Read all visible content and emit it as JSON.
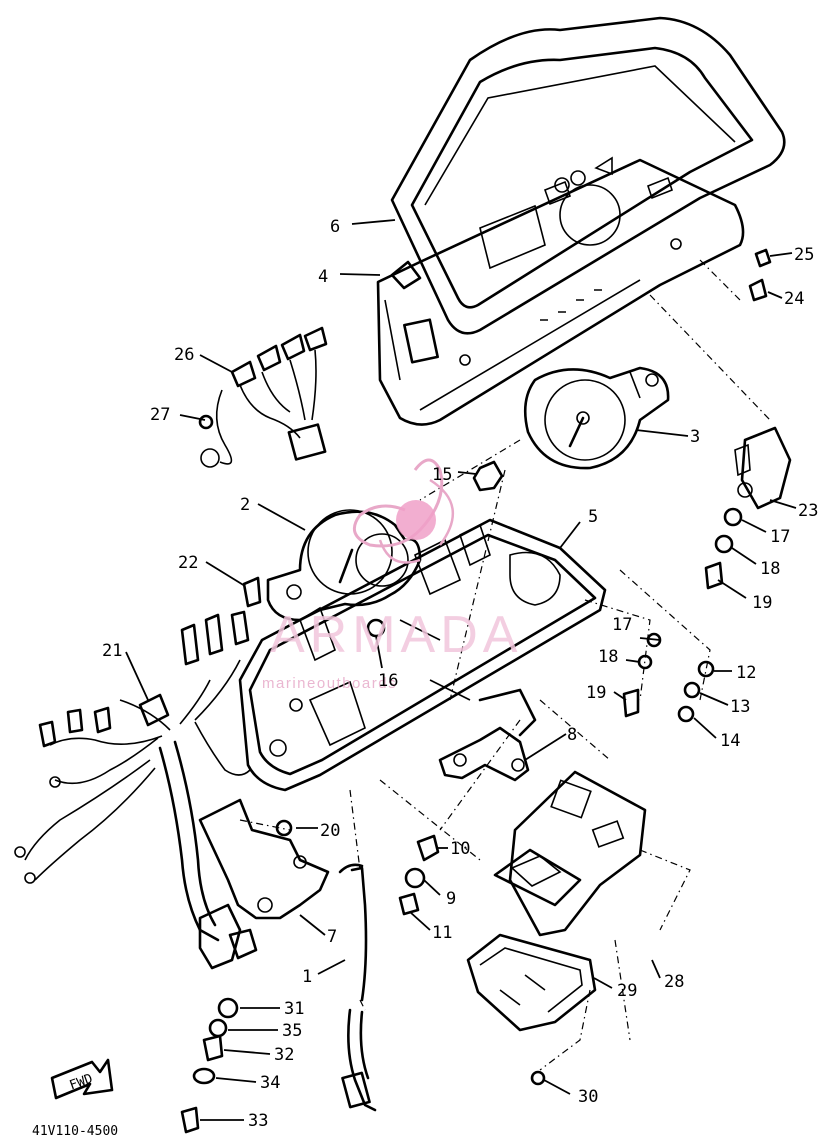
{
  "diagram_code": "41V110-4500",
  "watermark": {
    "brand": "ARMADA",
    "tagline": "marineoutboards"
  },
  "front_arrow_label": "FWD",
  "callouts": [
    {
      "id": "1",
      "text": "1"
    },
    {
      "id": "2",
      "text": "2"
    },
    {
      "id": "3",
      "text": "3"
    },
    {
      "id": "4",
      "text": "4"
    },
    {
      "id": "5",
      "text": "5"
    },
    {
      "id": "6",
      "text": "6"
    },
    {
      "id": "7",
      "text": "7"
    },
    {
      "id": "8",
      "text": "8"
    },
    {
      "id": "9",
      "text": "9"
    },
    {
      "id": "10",
      "text": "10"
    },
    {
      "id": "11",
      "text": "11"
    },
    {
      "id": "12",
      "text": "12"
    },
    {
      "id": "13",
      "text": "13"
    },
    {
      "id": "14",
      "text": "14"
    },
    {
      "id": "15",
      "text": "15"
    },
    {
      "id": "16",
      "text": "16"
    },
    {
      "id": "17a",
      "text": "17"
    },
    {
      "id": "17b",
      "text": "17"
    },
    {
      "id": "18a",
      "text": "18"
    },
    {
      "id": "18b",
      "text": "18"
    },
    {
      "id": "19a",
      "text": "19"
    },
    {
      "id": "19b",
      "text": "19"
    },
    {
      "id": "20",
      "text": "20"
    },
    {
      "id": "21",
      "text": "21"
    },
    {
      "id": "22",
      "text": "22"
    },
    {
      "id": "23",
      "text": "23"
    },
    {
      "id": "24",
      "text": "24"
    },
    {
      "id": "25",
      "text": "25"
    },
    {
      "id": "26",
      "text": "26"
    },
    {
      "id": "27",
      "text": "27"
    },
    {
      "id": "28",
      "text": "28"
    },
    {
      "id": "29",
      "text": "29"
    },
    {
      "id": "30",
      "text": "30"
    },
    {
      "id": "31",
      "text": "31"
    },
    {
      "id": "32",
      "text": "32"
    },
    {
      "id": "33",
      "text": "33"
    },
    {
      "id": "34",
      "text": "34"
    },
    {
      "id": "35",
      "text": "35"
    }
  ]
}
